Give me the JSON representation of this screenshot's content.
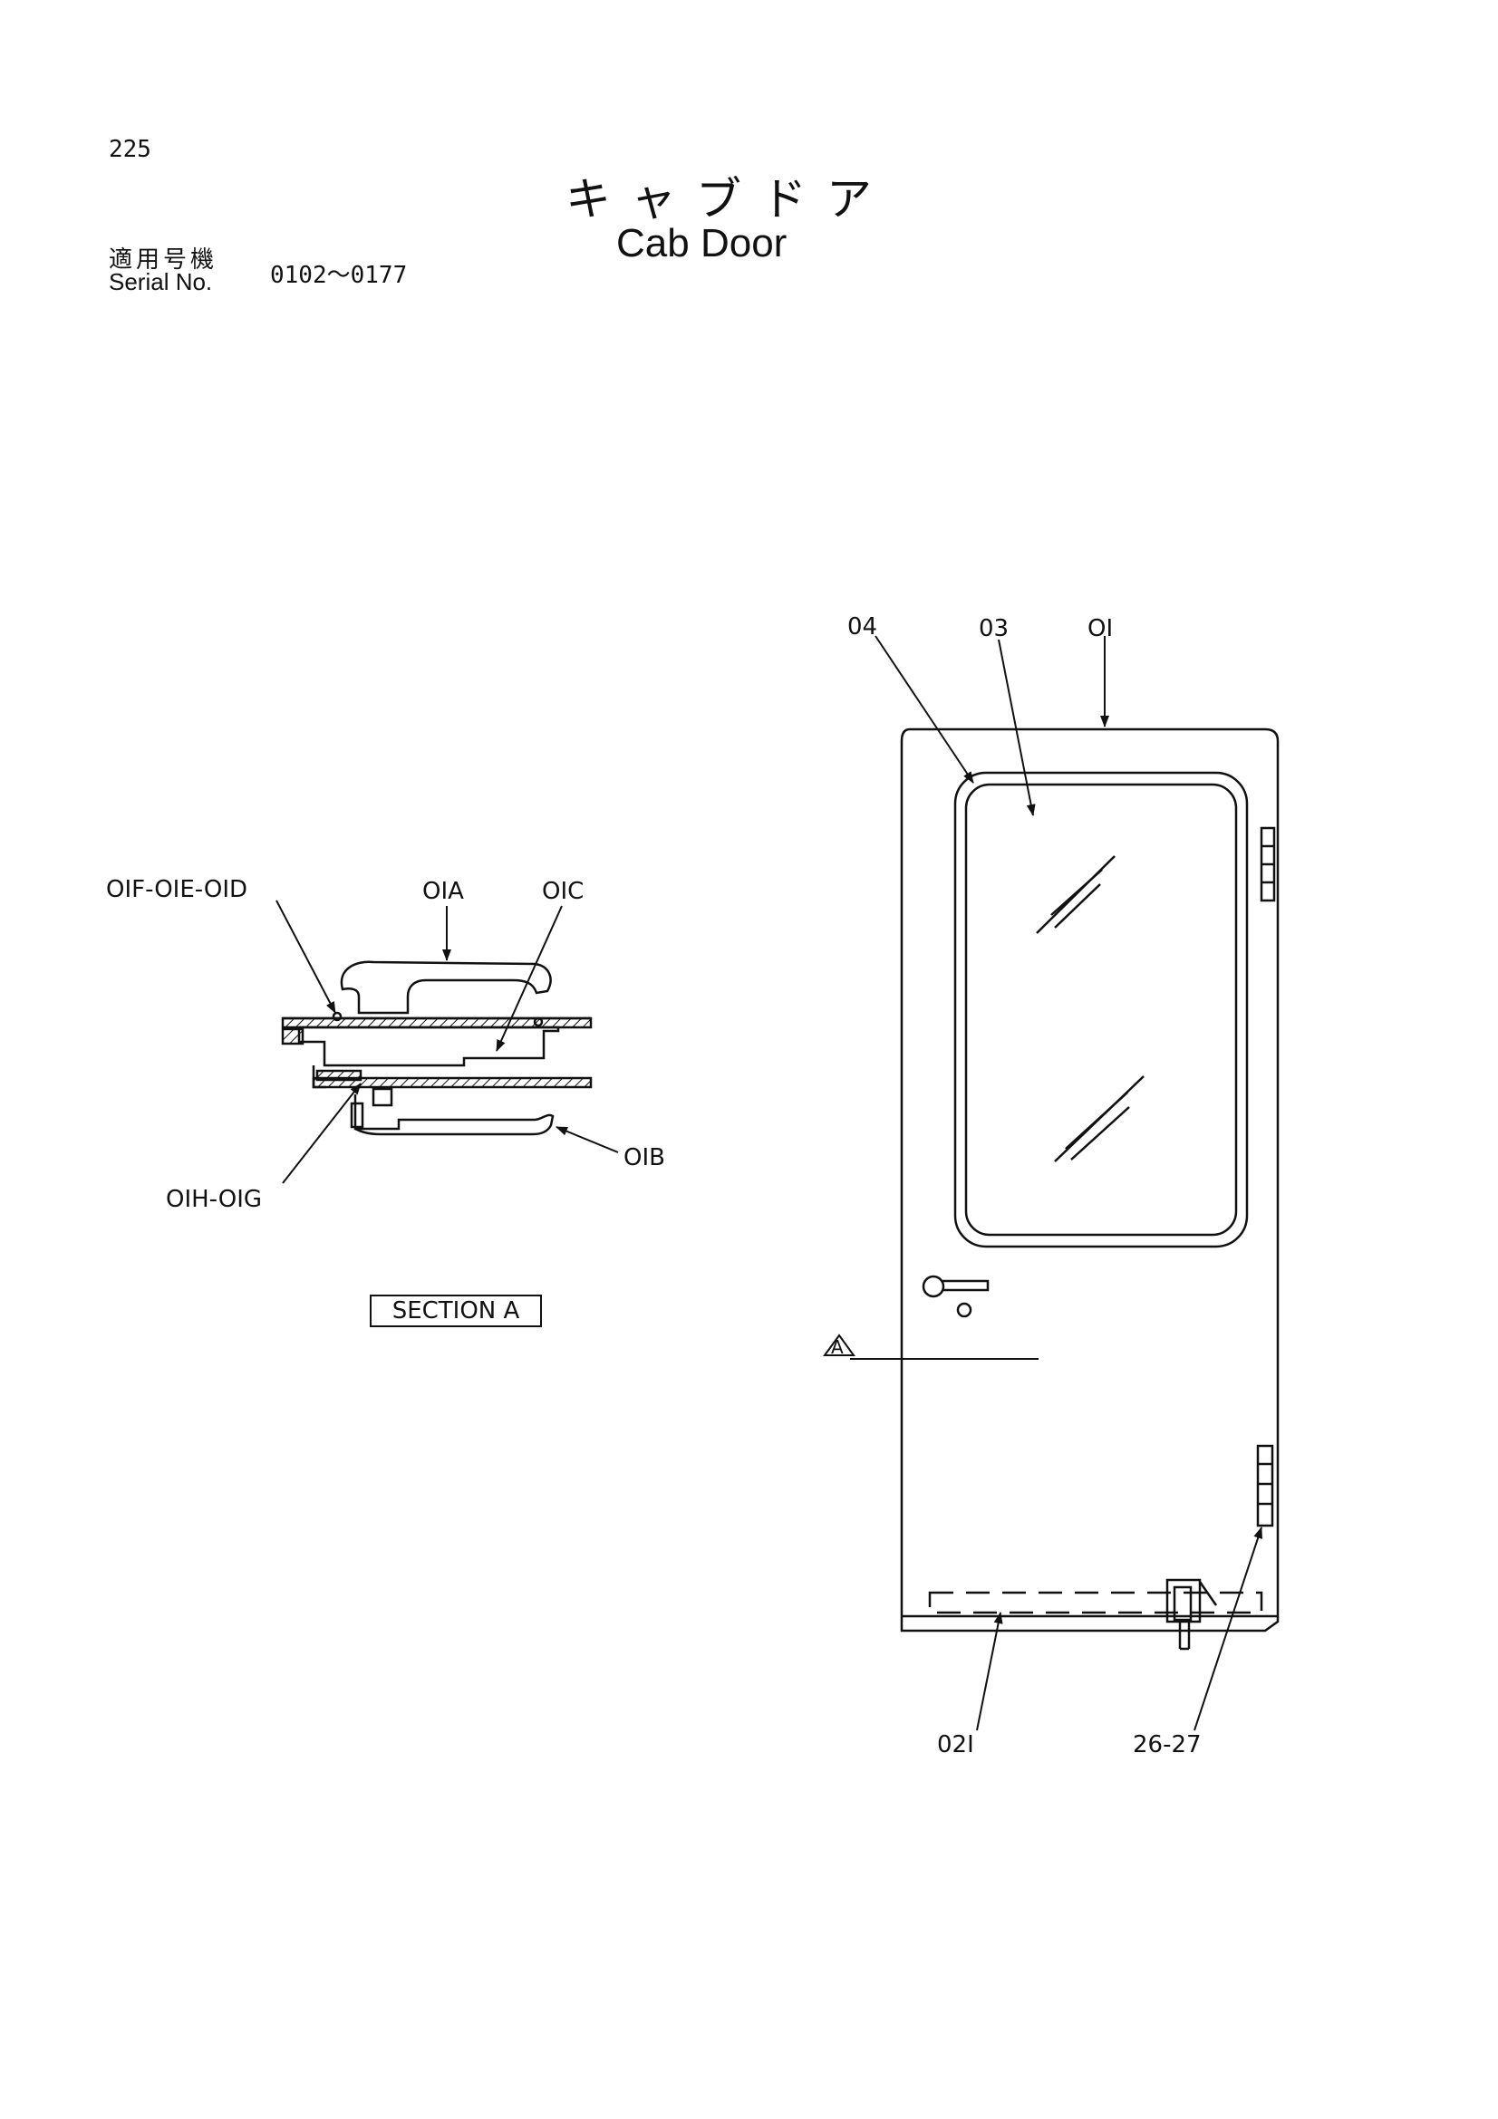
{
  "header": {
    "page_number": "225",
    "title_jp": "キャブドア",
    "title_en": "Cab Door",
    "serial_label_jp": "適用号機",
    "serial_label_en": "Serial No.",
    "serial_range": "0102〜0177"
  },
  "section_view": {
    "label": "SECTION A",
    "callouts": {
      "c_01f_01e_01d": "OIF-OIE-OID",
      "c_01a": "OIA",
      "c_01c": "OIC",
      "c_01b": "OIB",
      "c_01h_01g": "OIH-OIG"
    }
  },
  "door_view": {
    "section_marker": "A",
    "callouts": {
      "c_04": "04",
      "c_03": "03",
      "c_01": "OI",
      "c_021": "02I",
      "c_26_27": "26-27"
    }
  }
}
